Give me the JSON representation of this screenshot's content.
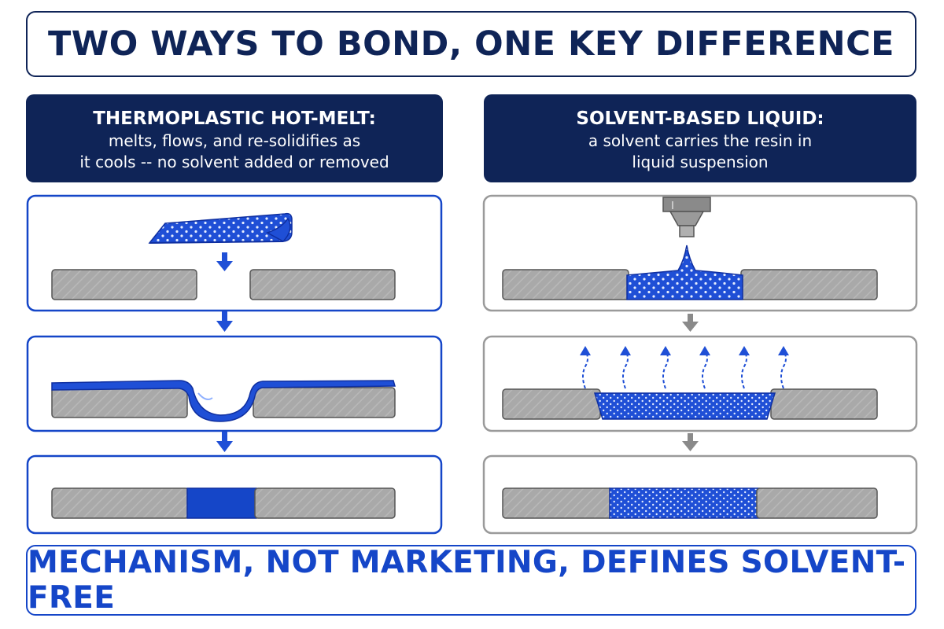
{
  "title": "TWO WAYS TO BOND, ONE KEY DIFFERENCE",
  "left": {
    "heading": "THERMOPLASTIC HOT-MELT:",
    "description": "melts, flows, and re-solidifies as\nit cools -- no solvent added or removed"
  },
  "right": {
    "heading": "SOLVENT-BASED LIQUID:",
    "description": "a solvent carries the resin in\nliquid suspension"
  },
  "footer": "MECHANISM, NOT MARKETING, DEFINES SOLVENT-FREE",
  "colors": {
    "navy": "#0f2457",
    "blue": "#1546c8",
    "adhesive": "#1f4fd6",
    "gray_substrate": "#a6a6a6",
    "gray_border": "#9a9a9a"
  }
}
